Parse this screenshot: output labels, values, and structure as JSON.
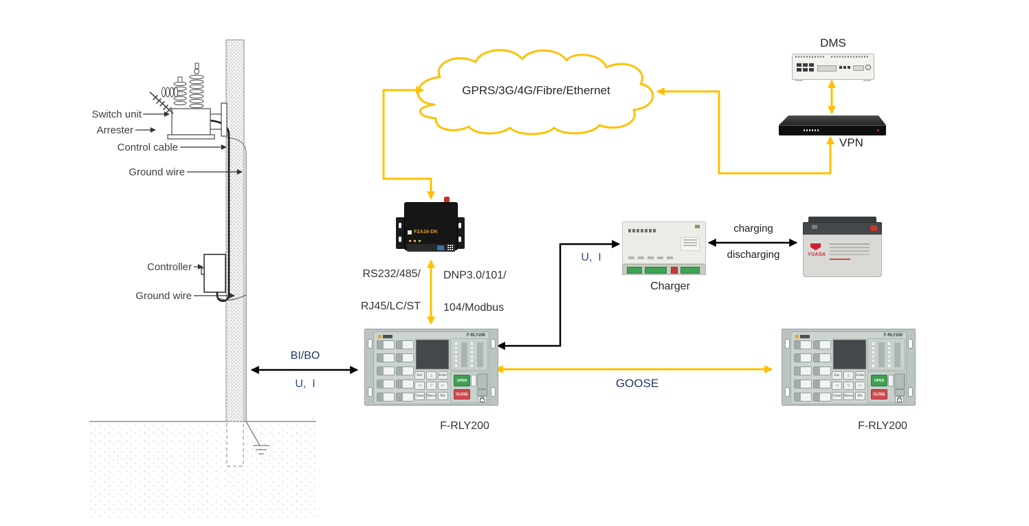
{
  "colors": {
    "accent_yellow": "#FFC000",
    "arrow_black": "#000000",
    "navy_label": "#203864",
    "blue_label": "#2A4B8D"
  },
  "pole": {
    "labels": [
      "Switch unit",
      "Arrester",
      "Control cable",
      "Ground wire",
      "Controller",
      "Ground wire"
    ]
  },
  "cloud": {
    "label": "GPRS/3G/4G/Fibre/Ethernet"
  },
  "dms": {
    "label": "DMS"
  },
  "vpn": {
    "label": "VPN"
  },
  "modem": {
    "model": "F2A16-DK"
  },
  "interfaces": {
    "left_line1": "RS232/485/",
    "left_line2": "RJ45/LC/ST",
    "right_line1": "DNP3.0/101/",
    "right_line2": "104/Modbus"
  },
  "links": {
    "bibo": "BI/BO",
    "ui_pole": "U,  I",
    "ui_charger": "U,  I",
    "goose": "GOOSE",
    "charging": "charging",
    "discharging": "discharging"
  },
  "charger": {
    "label": "Charger"
  },
  "battery": {
    "brand": "YUASA"
  },
  "relay": {
    "model": "F-RLY200",
    "open": "OPEN",
    "close": "CLOSE",
    "keys": [
      "Esc",
      "△",
      "Enter",
      "◁",
      "▽",
      "▷",
      "Clear",
      "Menu",
      "R/L"
    ]
  }
}
